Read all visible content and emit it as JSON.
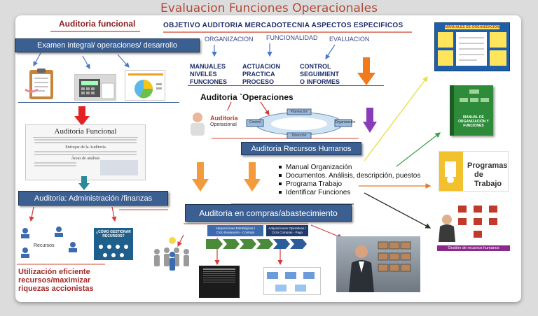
{
  "title": "Evaluacion Funciones Operacionales",
  "section_functional": "Auditoria funcional",
  "objective": "OBJETIVO AUDITORIA MERCADOTECNIA ASPECTOS ESPECIFICOS",
  "categories": [
    "ORGANIZACION",
    "FUNCIONALIDAD",
    "EVALUACION"
  ],
  "keywords": [
    [
      "MANUALES",
      "NIVELES",
      "FUNCIONES"
    ],
    [
      "ACTUACION",
      "PRACTICA",
      "PROCESO"
    ],
    [
      "CONTROL",
      "SEGUIMIENT",
      "O INFORMES"
    ]
  ],
  "boxes": {
    "examen": "Examen integral/ operaciones/ desarrollo",
    "rrhh": "Auditoria Recursos Humanos",
    "admin": "Auditoria: Administración /finanzas",
    "compras": "Auditoria en compras/abastecimiento"
  },
  "operaciones_title": "Auditoria `Operaciones",
  "bullets": [
    "Manual Organización",
    "Documentos. Análisis, descripción, puestos",
    "Programa Trabajo",
    "Identificar Funciones"
  ],
  "conclusion": [
    "Utilización eficiente",
    "recursos/maximizar",
    "riquezas accionistas"
  ],
  "thumbnails": {
    "funcional_title": "Auditoria Funcional",
    "funcional_sub": "Enfoque de la Auditoría",
    "funcional_sub2": "Áreas de análisis",
    "operaciones_logo": [
      "Auditoría",
      "Operacional"
    ],
    "manuales": "MANUALES DE ORGANIZACION",
    "libro": [
      "MANUAL DE",
      "ORGANIZACIÓN Y",
      "FUNCIONES"
    ],
    "programas": [
      "Programas",
      "de Trabajo"
    ],
    "gestion": "Gestión de recursos humanos",
    "recursos": "Recursos",
    "como": "¿CÓMO GESTIONAR RECURSOS?",
    "adq1": [
      "Adquisiciones Estratégicas /",
      "Ciclo Evaluación - Contrato"
    ],
    "adq2": [
      "Adquisiciones Operativas /",
      "Ciclo Compras - Pago"
    ],
    "cycle": [
      "Planeación",
      "Control",
      "Organización",
      "Dirección"
    ]
  },
  "colors": {
    "box_blue": "#3c5f92",
    "arrow_red": "#e32424",
    "arrow_orange": "#f39a3c",
    "arrow_purple": "#8a3bb8",
    "title_red": "#b04a3a"
  }
}
